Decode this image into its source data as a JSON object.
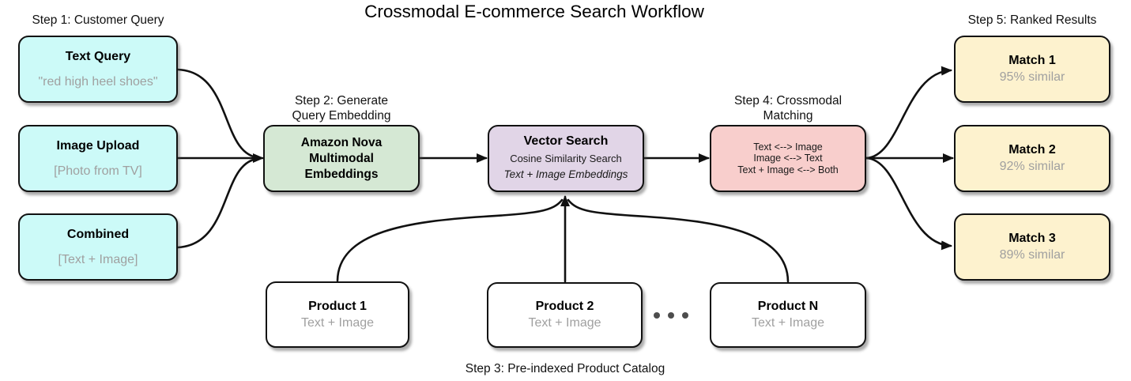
{
  "title": "Crossmodal E-commerce Search Workflow",
  "colors": {
    "query_box": "#CCFAF8",
    "embedding_box": "#D5E8D4",
    "vector_box": "#E1D5E7",
    "matching_box": "#F8CECC",
    "result_box": "#FDF2CE",
    "product_box": "#FFFFFF",
    "line": "#111111",
    "subtext": "#A0A0A0"
  },
  "step1": {
    "label": "Step 1: Customer Query",
    "boxes": [
      {
        "title": "Text Query",
        "subtitle": "\"red high heel shoes\""
      },
      {
        "title": "Image Upload",
        "subtitle": "[Photo from TV]"
      },
      {
        "title": "Combined",
        "subtitle": "[Text + Image]"
      }
    ]
  },
  "step2": {
    "label_lines": [
      "Step 2: Generate",
      "Query Embedding"
    ],
    "box_lines": [
      "Amazon Nova",
      "Multimodal",
      "Embeddings"
    ]
  },
  "vector_search": {
    "title": "Vector Search",
    "line2": "Cosine Similarity Search",
    "line3": "Text + Image Embeddings"
  },
  "step3": {
    "label": "Step 3: Pre-indexed Product Catalog",
    "boxes": [
      {
        "title": "Product 1",
        "subtitle": "Text + Image"
      },
      {
        "title": "Product 2",
        "subtitle": "Text + Image"
      },
      {
        "title": "Product N",
        "subtitle": "Text + Image"
      }
    ]
  },
  "step4": {
    "label_lines": [
      "Step 4: Crossmodal",
      "Matching"
    ],
    "box_lines": [
      "Text <--> Image",
      "Image <--> Text",
      "Text + Image <--> Both"
    ]
  },
  "step5": {
    "label": "Step 5: Ranked Results",
    "boxes": [
      {
        "title": "Match 1",
        "subtitle": "95% similar"
      },
      {
        "title": "Match 2",
        "subtitle": "92% similar"
      },
      {
        "title": "Match 3",
        "subtitle": "89% similar"
      }
    ]
  }
}
